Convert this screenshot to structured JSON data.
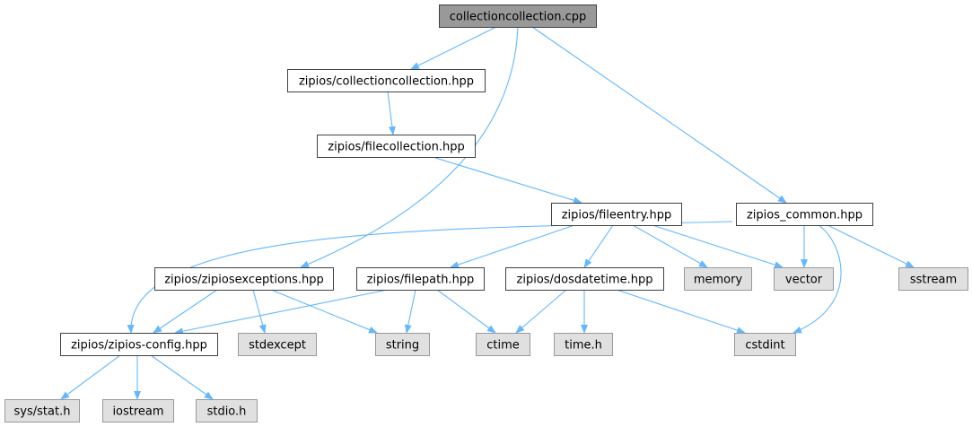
{
  "theme": {
    "edge_color": "#63b8ff",
    "root_fill": "#999999",
    "internal_fill": "#ffffff",
    "external_fill": "#e0e0e0",
    "internal_border": "#404040",
    "external_border": "#999999"
  },
  "nodes": [
    {
      "id": "root",
      "label": "collectioncollection.cpp",
      "kind": "root"
    },
    {
      "id": "collcoll",
      "label": "zipios/collectioncollection.hpp",
      "kind": "internal"
    },
    {
      "id": "filecoll",
      "label": "zipios/filecollection.hpp",
      "kind": "internal"
    },
    {
      "id": "fileentry",
      "label": "zipios/fileentry.hpp",
      "kind": "internal"
    },
    {
      "id": "common",
      "label": "zipios_common.hpp",
      "kind": "internal"
    },
    {
      "id": "zexc",
      "label": "zipios/zipiosexceptions.hpp",
      "kind": "internal"
    },
    {
      "id": "filepath",
      "label": "zipios/filepath.hpp",
      "kind": "internal"
    },
    {
      "id": "dosdt",
      "label": "zipios/dosdatetime.hpp",
      "kind": "internal"
    },
    {
      "id": "memory",
      "label": "memory",
      "kind": "external"
    },
    {
      "id": "vector",
      "label": "vector",
      "kind": "external"
    },
    {
      "id": "sstream",
      "label": "sstream",
      "kind": "external"
    },
    {
      "id": "config",
      "label": "zipios/zipios-config.hpp",
      "kind": "internal"
    },
    {
      "id": "stdexcept",
      "label": "stdexcept",
      "kind": "external"
    },
    {
      "id": "string",
      "label": "string",
      "kind": "external"
    },
    {
      "id": "ctime",
      "label": "ctime",
      "kind": "external"
    },
    {
      "id": "timeh",
      "label": "time.h",
      "kind": "external"
    },
    {
      "id": "cstdint",
      "label": "cstdint",
      "kind": "external"
    },
    {
      "id": "sysstat",
      "label": "sys/stat.h",
      "kind": "external"
    },
    {
      "id": "iostream",
      "label": "iostream",
      "kind": "external"
    },
    {
      "id": "stdioh",
      "label": "stdio.h",
      "kind": "external"
    }
  ],
  "edges": [
    {
      "from": "root",
      "to": "collcoll"
    },
    {
      "from": "root",
      "to": "zexc"
    },
    {
      "from": "root",
      "to": "common"
    },
    {
      "from": "collcoll",
      "to": "filecoll"
    },
    {
      "from": "filecoll",
      "to": "fileentry"
    },
    {
      "from": "fileentry",
      "to": "filepath"
    },
    {
      "from": "fileentry",
      "to": "dosdt"
    },
    {
      "from": "fileentry",
      "to": "memory"
    },
    {
      "from": "fileentry",
      "to": "vector"
    },
    {
      "from": "common",
      "to": "config"
    },
    {
      "from": "common",
      "to": "vector"
    },
    {
      "from": "common",
      "to": "sstream"
    },
    {
      "from": "common",
      "to": "cstdint"
    },
    {
      "from": "zexc",
      "to": "config"
    },
    {
      "from": "zexc",
      "to": "stdexcept"
    },
    {
      "from": "zexc",
      "to": "string"
    },
    {
      "from": "filepath",
      "to": "config"
    },
    {
      "from": "filepath",
      "to": "string"
    },
    {
      "from": "filepath",
      "to": "ctime"
    },
    {
      "from": "dosdt",
      "to": "ctime"
    },
    {
      "from": "dosdt",
      "to": "timeh"
    },
    {
      "from": "dosdt",
      "to": "cstdint"
    },
    {
      "from": "config",
      "to": "sysstat"
    },
    {
      "from": "config",
      "to": "iostream"
    },
    {
      "from": "config",
      "to": "stdioh"
    }
  ]
}
